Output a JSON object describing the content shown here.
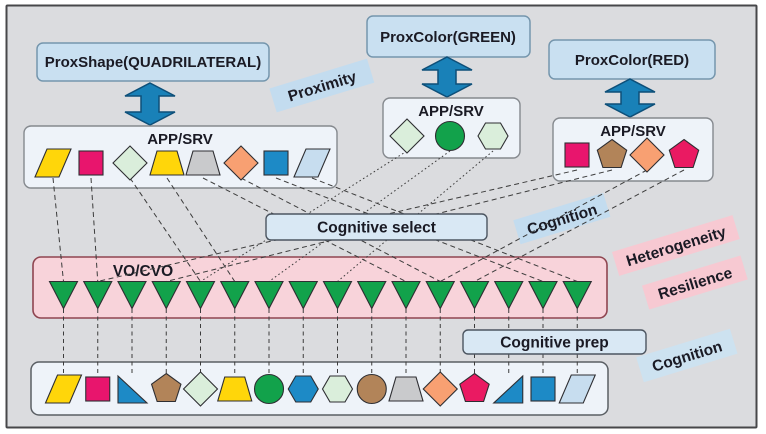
{
  "title_boxes": {
    "prox_shape": "ProxShape(QUADRILATERAL)",
    "prox_color_green": "ProxColor(GREEN)",
    "prox_color_red": "ProxColor(RED)"
  },
  "labels": {
    "app_srv": "APP/SRV",
    "vo_cvo": "VO/CVO",
    "cognitive_select": "Cognitive select",
    "cognitive_prep": "Cognitive prep"
  },
  "side_labels": [
    {
      "text": "Proximity",
      "theme": "blue"
    },
    {
      "text": "Cognition",
      "theme": "blue"
    },
    {
      "text": "Heterogeneity",
      "theme": "pink"
    },
    {
      "text": "Resilience",
      "theme": "pink"
    },
    {
      "text": "Cognition",
      "theme": "blue"
    }
  ],
  "palette": {
    "yellow": "#ffd60a",
    "magenta": "#e8156d",
    "light_green": "#daeedb",
    "gray": "#c9cacc",
    "salmon": "#f8a072",
    "blue": "#1d8ac6",
    "light_blue": "#c7ddef",
    "brown": "#b28459",
    "green": "#12a24b",
    "crimson": "#ea1a62",
    "arrow_fill": "#1981b8",
    "arrow_stroke": "#0d4f79",
    "band_fill": "#f8d3da",
    "band_border": "#8f4550",
    "prox_box_fill": "#c9e0f1",
    "prox_box_border": "#7596ad",
    "app_box_fill": "#eef3f9",
    "app_box_border": "#85898e",
    "cog_box_fill": "#d9e8f4",
    "cog_box_border": "#4c5560",
    "label_blue_bg": "#c3dcef",
    "label_pink_bg": "#f7c9d2",
    "line_color": "#3c3c3c",
    "canvas_bg": "#dbdcdf",
    "canvas_border": "#47474a"
  },
  "groups": {
    "left_app_srv": {
      "shapes": [
        {
          "shape": "parallelogram",
          "color": "yellow"
        },
        {
          "shape": "square",
          "color": "magenta"
        },
        {
          "shape": "diamond",
          "color": "light_green"
        },
        {
          "shape": "trapezoid",
          "color": "yellow"
        },
        {
          "shape": "trapezoid",
          "color": "gray"
        },
        {
          "shape": "diamond",
          "color": "salmon"
        },
        {
          "shape": "square",
          "color": "blue"
        },
        {
          "shape": "parallelogram",
          "color": "light_blue"
        }
      ]
    },
    "green_app_srv": {
      "shapes": [
        {
          "shape": "diamond",
          "color": "light_green"
        },
        {
          "shape": "circle",
          "color": "green"
        },
        {
          "shape": "hexagon",
          "color": "light_green"
        }
      ]
    },
    "red_app_srv": {
      "shapes": [
        {
          "shape": "square",
          "color": "magenta"
        },
        {
          "shape": "pentagon",
          "color": "brown"
        },
        {
          "shape": "diamond",
          "color": "salmon"
        },
        {
          "shape": "pentagon",
          "color": "crimson"
        }
      ]
    },
    "vo_cvo_band": {
      "triangle_shape": "triangle-down",
      "triangle_color": "green",
      "count": 16
    },
    "bottom_row": {
      "shapes": [
        {
          "shape": "parallelogram",
          "color": "yellow"
        },
        {
          "shape": "square",
          "color": "magenta"
        },
        {
          "shape": "right-triangle",
          "color": "blue"
        },
        {
          "shape": "pentagon",
          "color": "brown"
        },
        {
          "shape": "diamond",
          "color": "light_green"
        },
        {
          "shape": "trapezoid",
          "color": "yellow"
        },
        {
          "shape": "circle",
          "color": "green"
        },
        {
          "shape": "hexagon",
          "color": "blue"
        },
        {
          "shape": "hexagon",
          "color": "light_green"
        },
        {
          "shape": "circle",
          "color": "brown"
        },
        {
          "shape": "trapezoid",
          "color": "gray"
        },
        {
          "shape": "diamond",
          "color": "salmon"
        },
        {
          "shape": "pentagon",
          "color": "crimson"
        },
        {
          "shape": "right-triangle-mirrored",
          "color": "blue"
        },
        {
          "shape": "square",
          "color": "blue"
        },
        {
          "shape": "parallelogram",
          "color": "light_blue"
        }
      ]
    }
  },
  "connections": {
    "left_app_srv_to_vo": [
      1,
      2,
      5,
      6,
      11,
      12,
      15,
      16
    ],
    "green_app_srv_to_vo": [
      5,
      7,
      9
    ],
    "red_app_srv_to_vo": [
      2,
      4,
      12,
      13
    ],
    "vo_to_bottom_row": "one-to-one"
  }
}
